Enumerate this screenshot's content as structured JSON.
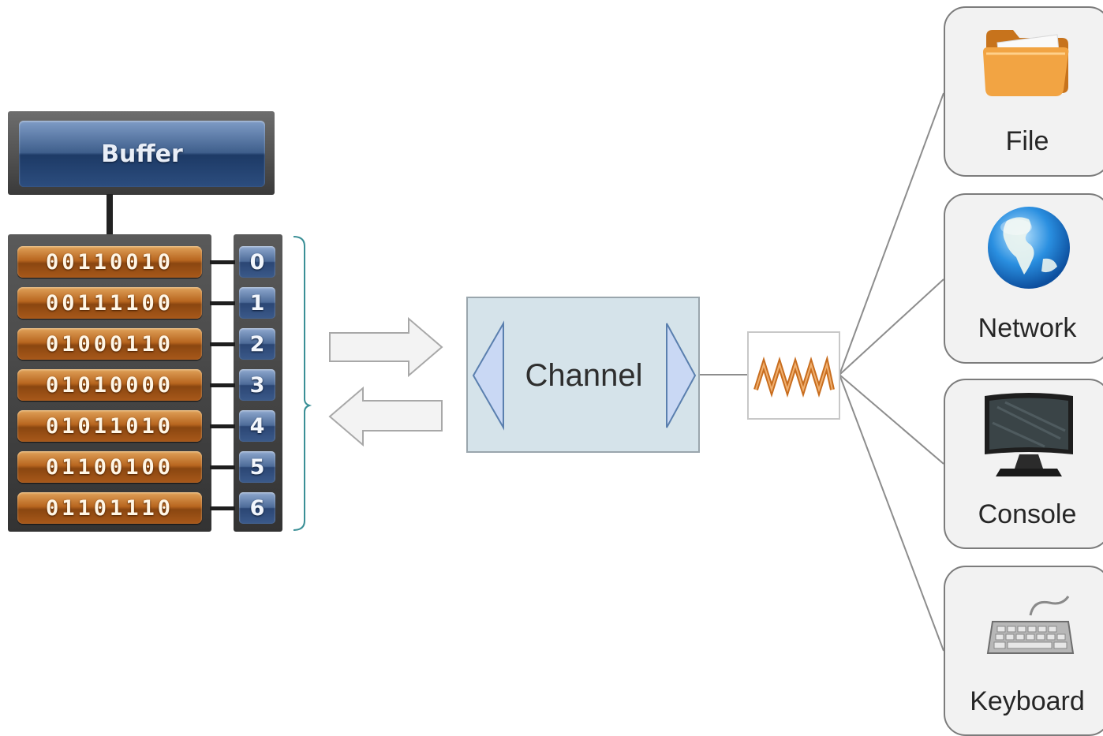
{
  "buffer": {
    "title": "Buffer",
    "bytes": [
      "00110010",
      "00111100",
      "01000110",
      "01010000",
      "01011010",
      "01100100",
      "01101110"
    ],
    "indices": [
      "0",
      "1",
      "2",
      "3",
      "4",
      "5",
      "6"
    ]
  },
  "channel": {
    "label": "Channel"
  },
  "devices": [
    {
      "label": "File",
      "icon": "folder-icon"
    },
    {
      "label": "Network",
      "icon": "globe-icon"
    },
    {
      "label": "Console",
      "icon": "monitor-icon"
    },
    {
      "label": "Keyboard",
      "icon": "keyboard-icon"
    }
  ],
  "colors": {
    "buffer_blue": "#2c4d7e",
    "byte_orange": "#b8661f",
    "channel_fill": "#d5e3ea",
    "card_fill": "#f2f2f2",
    "brace_teal": "#3a8f96"
  }
}
